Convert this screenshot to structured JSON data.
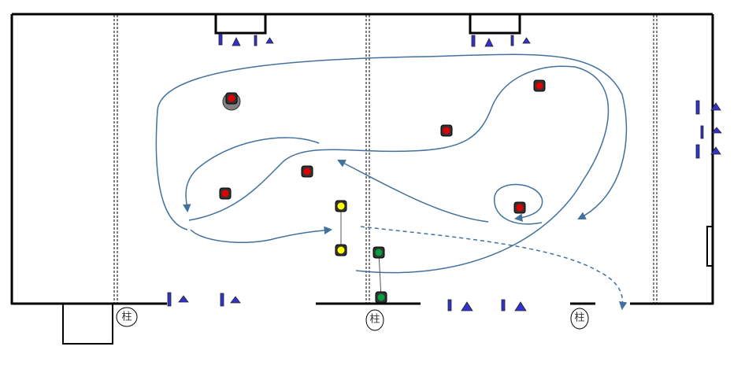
{
  "diagram": {
    "pillar_label": "柱",
    "pillars": [
      {
        "label": "柱"
      },
      {
        "label": "柱"
      },
      {
        "label": "柱"
      }
    ],
    "colors": {
      "line": "#000000",
      "path": "#41719c",
      "red_player": "#e00000",
      "yellow_player": "#ffff00",
      "green_player": "#00a040",
      "marker": "#3333cc",
      "shadow": "#808080"
    }
  }
}
